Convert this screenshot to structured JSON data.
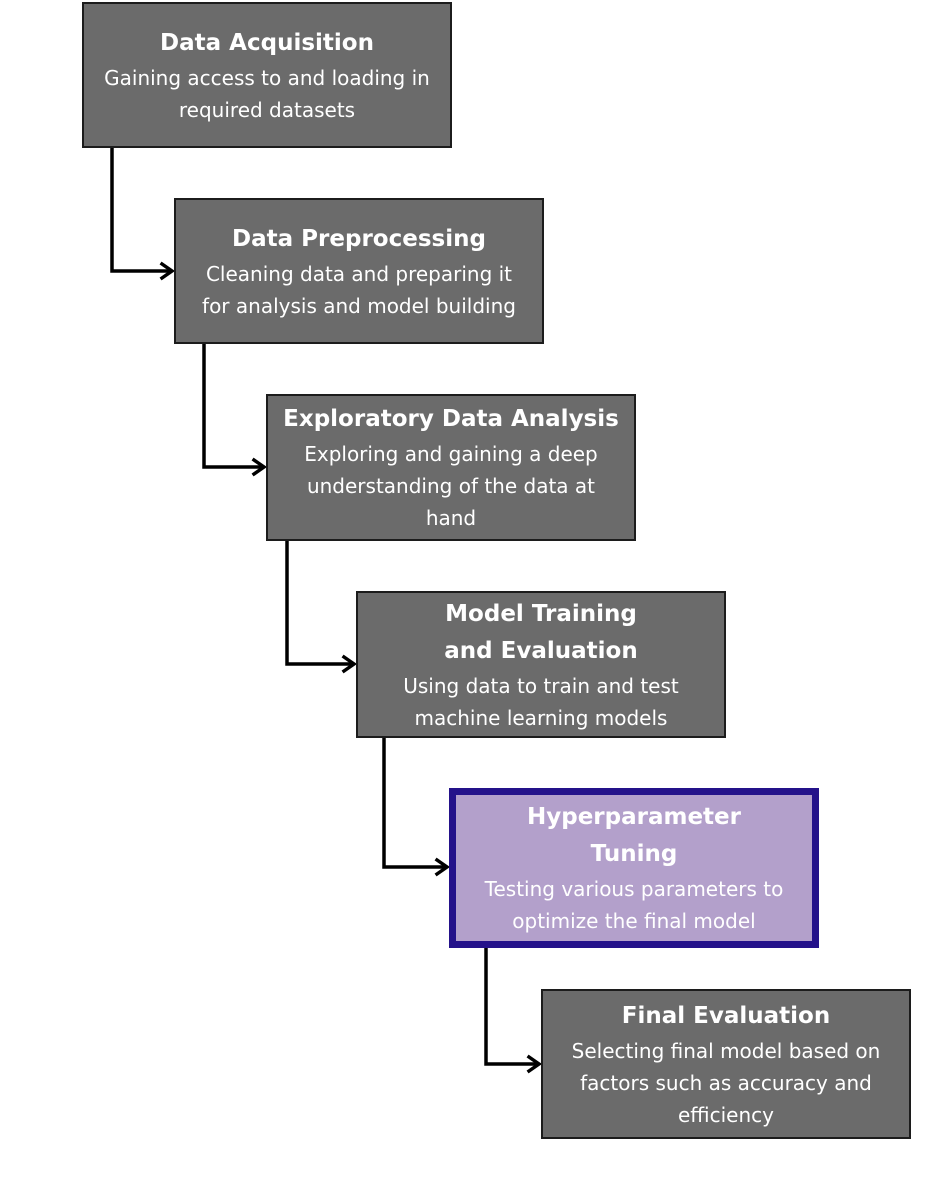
{
  "colors": {
    "box_fill": "#6b6b6b",
    "box_border": "#1c1c1c",
    "highlight_fill": "#b3a0cb",
    "highlight_border": "#24128a",
    "text": "#ffffff",
    "arrow": "#000000"
  },
  "steps": [
    {
      "title": "Data Acquisition",
      "description": "Gaining access to and loading in\nrequired datasets"
    },
    {
      "title": "Data Preprocessing",
      "description": "Cleaning data and preparing it\nfor analysis and model building"
    },
    {
      "title": "Exploratory Data Analysis",
      "description": "Exploring and gaining a deep\nunderstanding of the data at\nhand"
    },
    {
      "title": "Model Training\nand Evaluation",
      "description": "Using data to train and test\nmachine learning models"
    },
    {
      "title": "Hyperparameter\nTuning",
      "description": "Testing various parameters to\noptimize the final model",
      "highlighted": true
    },
    {
      "title": "Final Evaluation",
      "description": "Selecting final model based on\nfactors such as accuracy and\nefficiency"
    }
  ]
}
